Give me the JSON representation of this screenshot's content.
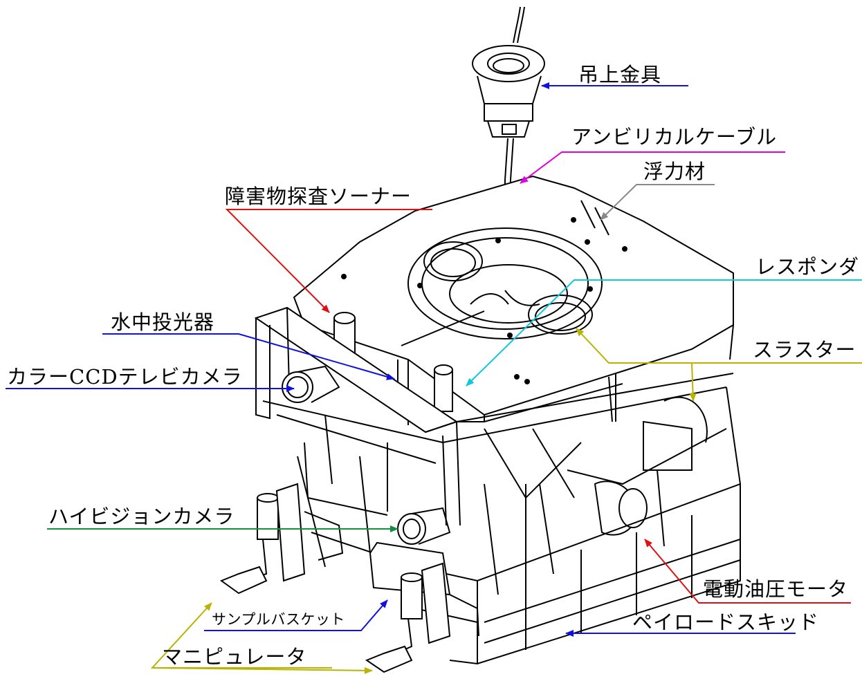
{
  "labels": {
    "lifting_fitting": "吊上金具",
    "umbilical_cable": "アンビリカルケーブル",
    "buoyancy_material": "浮力材",
    "obstacle_sonar": "障害物探査ソーナー",
    "transponder": "レスポンダ",
    "underwater_light": "水中投光器",
    "thruster": "スラスター",
    "color_ccd_camera": "カラーCCDテレビカメラ",
    "hdtv_camera": "ハイビジョンカメラ",
    "hydraulic_motor": "電動油圧モータ",
    "sample_basket": "サンプルバスケット",
    "payload_skid": "ペイロードスキッド",
    "manipulator": "マニピュレータ"
  },
  "colors": {
    "blue": "#1010e0",
    "magenta": "#e000e0",
    "gray": "#888888",
    "red": "#e01010",
    "cyan": "#10c8d8",
    "olive": "#b8b400",
    "green": "#109040"
  }
}
